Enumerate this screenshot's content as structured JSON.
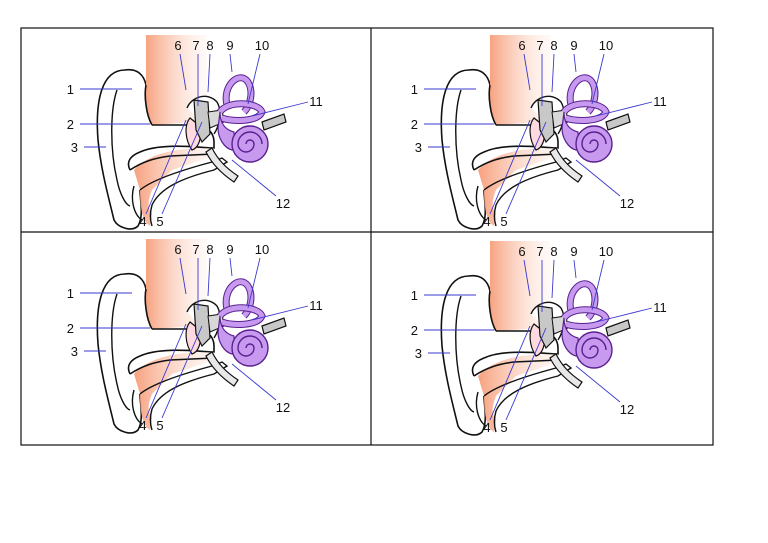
{
  "colors": {
    "background": "#ffffff",
    "frame": "#111111",
    "outline": "#111111",
    "skin": "#f7a17e",
    "skin_fade": "#fde7dc",
    "inner_ear": "#c79af0",
    "inner_ear_dark": "#7a2fb8",
    "ossicle": "#c8c8c8",
    "eardrum": "#ffd9e0",
    "leader": "#3a3ad0"
  },
  "icons": [
    "ear-anatomy-diagram"
  ],
  "panels": [
    {
      "labels": {
        "l1": "1",
        "l2": "2",
        "l3": "3",
        "l4": "4",
        "l5": "5",
        "l6": "6",
        "l7": "7",
        "l8": "8",
        "l9": "9",
        "l10": "10",
        "l11": "11",
        "l12": "12"
      }
    },
    {
      "labels": {
        "l1": "1",
        "l2": "2",
        "l3": "3",
        "l4": "4",
        "l5": "5",
        "l6": "6",
        "l7": "7",
        "l8": "8",
        "l9": "9",
        "l10": "10",
        "l11": "11",
        "l12": "12"
      }
    },
    {
      "labels": {
        "l1": "1",
        "l2": "2",
        "l3": "3",
        "l4": "4",
        "l5": "5",
        "l6": "6",
        "l7": "7",
        "l8": "8",
        "l9": "9",
        "l10": "10",
        "l11": "11",
        "l12": "12"
      }
    },
    {
      "labels": {
        "l1": "1",
        "l2": "2",
        "l3": "3",
        "l4": "4",
        "l5": "5",
        "l6": "6",
        "l7": "7",
        "l8": "8",
        "l9": "9",
        "l10": "10",
        "l11": "11",
        "l12": "12"
      }
    }
  ]
}
